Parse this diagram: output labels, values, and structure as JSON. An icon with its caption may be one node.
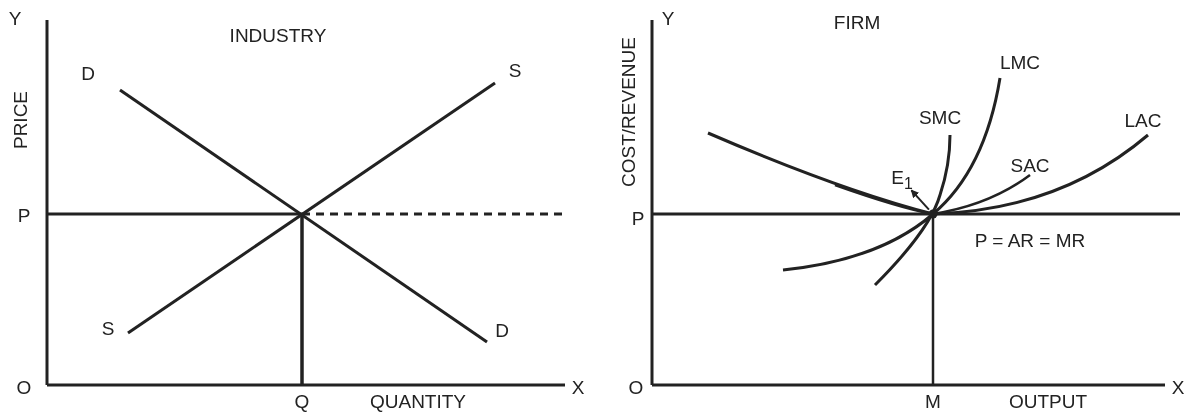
{
  "diagram": {
    "nodes": [
      {
        "text": [
          "E$_{1}$"
        ]
      },
      {
        "text": [],
        "shape": "circle"
      }
    ],
    "edges": [
      {
        "from": 1,
        "to": 0,
        "arrow": "to"
      }
    ],
    "labels": [
      "Y",
      "INDUSTRY",
      "D",
      "S",
      "PRICE",
      "P",
      "S",
      "D",
      "O",
      "Q",
      "QUANTITY",
      "X",
      "COST/REVENUE",
      "Y",
      "FIRM",
      "LMC",
      "SMC",
      "LAC",
      "SAC",
      "P",
      "P = AR = MR",
      "O",
      "M",
      "OUTPUT",
      "X"
    ]
  }
}
